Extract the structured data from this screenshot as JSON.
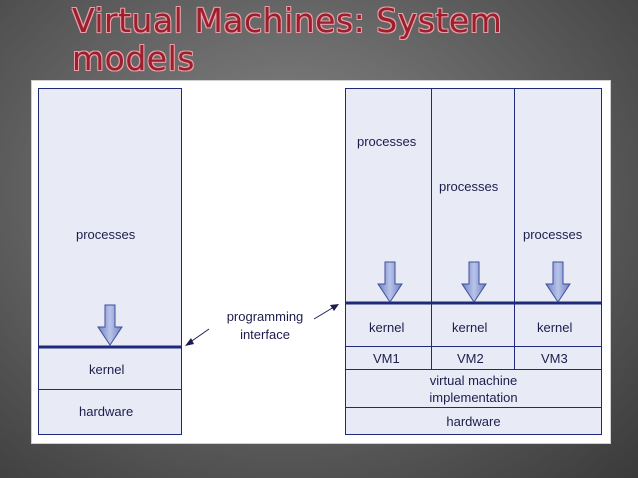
{
  "title": "Virtual Machines: System models",
  "diagram": {
    "left": {
      "processes": "processes",
      "kernel": "kernel",
      "hardware": "hardware"
    },
    "middle_label": [
      "programming",
      "interface"
    ],
    "right": {
      "processes": [
        "processes",
        "processes",
        "processes"
      ],
      "kernels": [
        "kernel",
        "kernel",
        "kernel"
      ],
      "vms": [
        "VM1",
        "VM2",
        "VM3"
      ],
      "vm_impl": [
        "virtual machine",
        "implementation"
      ],
      "hardware": "hardware"
    }
  }
}
